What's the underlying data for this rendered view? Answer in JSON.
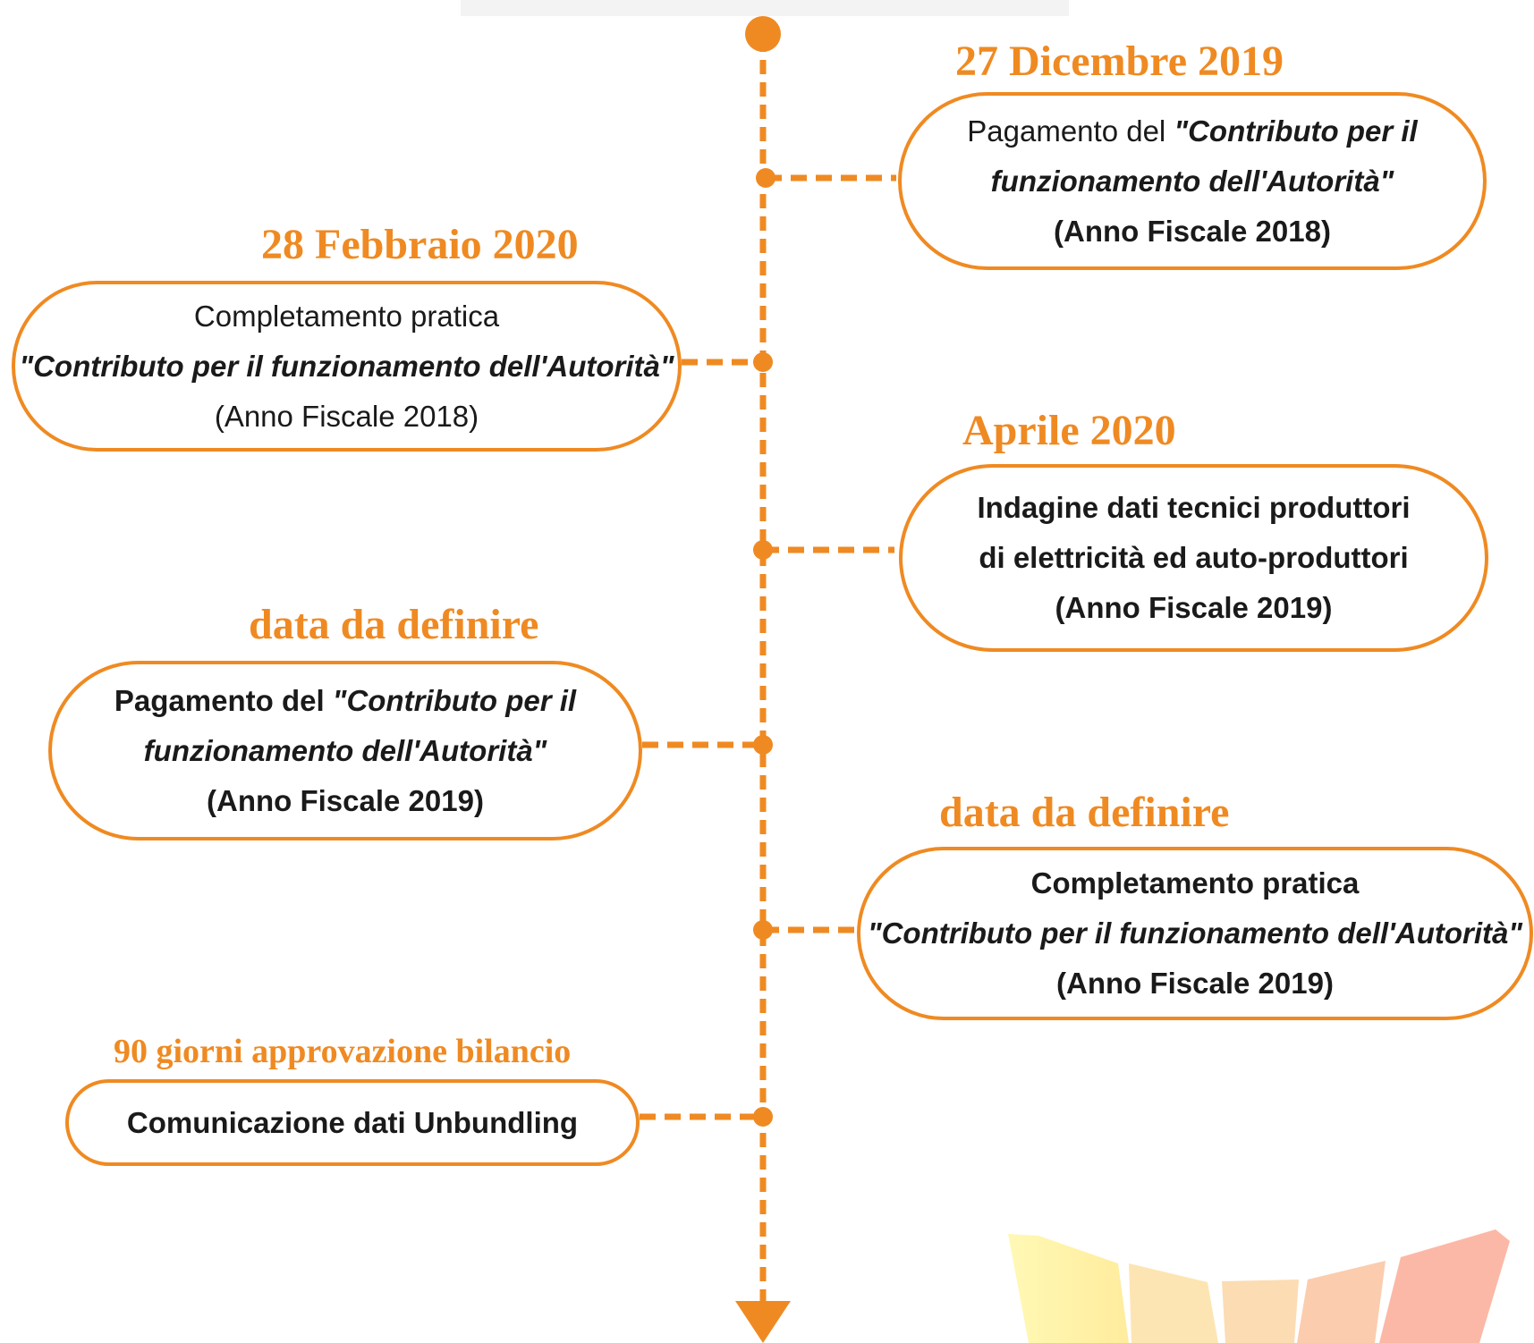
{
  "colors": {
    "accent": "#ef8a22",
    "text": "#1a1a1a"
  },
  "events": [
    {
      "date": "27 Dicembre 2019",
      "line1_prefix": "Pagamento del ",
      "line1_italic": "\"Contributo per il",
      "line2_italic": "funzionamento dell'Autorità\"",
      "line3": "(Anno Fiscale 2018)"
    },
    {
      "date": "28 Febbraio 2020",
      "line1": "Completamento pratica",
      "line2_italic": "\"Contributo per il funzionamento dell'Autorità\"",
      "line3": "(Anno Fiscale 2018)"
    },
    {
      "date": "Aprile 2020",
      "line1": "Indagine dati tecnici produttori",
      "line2": "di elettricità ed auto-produttori",
      "line3": "(Anno Fiscale 2019)"
    },
    {
      "date": "data da definire",
      "line1_prefix": "Pagamento del ",
      "line1_italic": "\"Contributo per il",
      "line2_italic": "funzionamento dell'Autorità\"",
      "line3": "(Anno Fiscale 2019)"
    },
    {
      "date": "data da definire",
      "line1": "Completamento pratica",
      "line2_italic": "\"Contributo per il funzionamento dell'Autorità\"",
      "line3": "(Anno Fiscale 2019)"
    },
    {
      "date": "90 giorni approvazione bilancio",
      "line1": "Comunicazione dati Unbundling"
    }
  ]
}
